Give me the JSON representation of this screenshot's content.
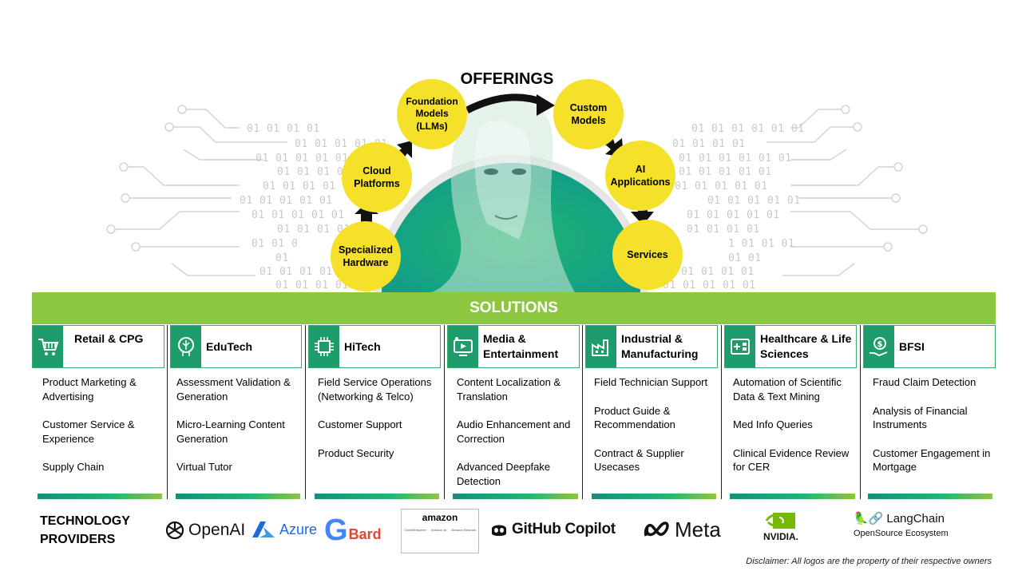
{
  "offerings": {
    "title": "OFFERINGS",
    "items": [
      {
        "label": "Specialized Hardware"
      },
      {
        "label": "Cloud Platforms"
      },
      {
        "label": "Foundation Models (LLMs)"
      },
      {
        "label": "Custom Models"
      },
      {
        "label": "AI Applications"
      },
      {
        "label": "Services"
      }
    ]
  },
  "binary_left": [
    "01 01 01 01",
    "01 01 01 01 01",
    "01 01 01 01 01",
    "01 01 01 01",
    "01 01 01 01",
    "01 01 01 01 01",
    "01 01 01 01 01",
    "01 01 01 01",
    "01 01 0",
    "01",
    "01 01 01 01 01",
    "01 01 01 01 01"
  ],
  "binary_right": [
    "01 01 01 01 01 01",
    "01 01 01 01",
    "01 01 01 01 01 01",
    "01 01 01 01 01",
    "01 01 01 01 01",
    "01 01 01 01 01",
    "01 01 01 01 01",
    "01 01 01 01",
    "1 01 01 01",
    "01 01",
    "01 01 01 01 01",
    "01 01 01 01 01"
  ],
  "solutions": {
    "title": "SOLUTIONS",
    "columns": [
      {
        "title": "Retail & CPG",
        "items": [
          "Product Marketing & Advertising",
          "Customer Service & Experience",
          "Supply Chain"
        ]
      },
      {
        "title": "EduTech",
        "items": [
          "Assessment Validation & Generation",
          "Micro-Learning Content Generation",
          "Virtual Tutor"
        ]
      },
      {
        "title": "HiTech",
        "items": [
          "Field Service Operations (Networking & Telco)",
          "Customer Support",
          "Product Security"
        ]
      },
      {
        "title": "Media & Entertainment",
        "items": [
          "Content Localization & Translation",
          "Audio Enhancement and Correction",
          "Advanced Deepfake Detection"
        ]
      },
      {
        "title": "Industrial & Manufacturing",
        "items": [
          "Field Technician Support",
          "Product Guide & Recommendation",
          "Contract & Supplier Usecases"
        ]
      },
      {
        "title": "Healthcare & Life Sciences",
        "items": [
          "Automation of Scientific Data & Text Mining",
          "Med Info Queries",
          "Clinical Evidence Review for CER"
        ]
      },
      {
        "title": "BFSI",
        "items": [
          "Fraud Claim Detection",
          "Analysis of Financial Instruments",
          "Customer Engagement in Mortgage"
        ]
      }
    ]
  },
  "technology": {
    "label_line1": "TECHNOLOGY",
    "label_line2": "PROVIDERS",
    "logos": {
      "openai": "OpenAI",
      "azure": "Azure",
      "bard": "Bard",
      "amazon": "amazon",
      "amazon_sub1": "CodeWhisperer",
      "amazon_sub2": "Amazon AI",
      "amazon_sub3": "Amazon Bedrock",
      "github": "GitHub Copilot",
      "meta": "Meta",
      "nvidia": "NVIDIA.",
      "langchain": "LangChain",
      "langchain_sub": "OpenSource Ecosystem"
    }
  },
  "disclaimer": "Disclaimer: All logos are the property of their respective owners",
  "colors": {
    "green_bar": "#8dc63f",
    "teal": "#1e9c6b",
    "circle_yellow": "#f5e02a"
  }
}
